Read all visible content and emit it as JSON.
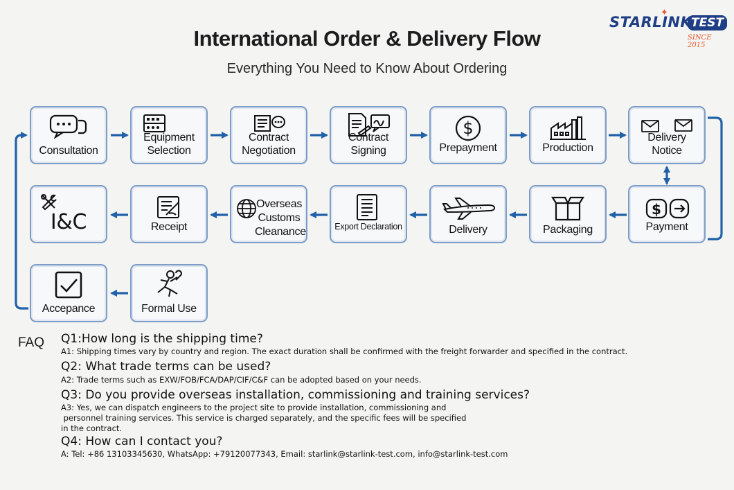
{
  "brand": {
    "name": "STARLINK",
    "badge": "TEST",
    "since": "SINCE 2015"
  },
  "header": {
    "title": "International Order & Delivery Flow",
    "subtitle": "Everything You Need to Know About Ordering"
  },
  "steps": [
    {
      "label": "Consultation",
      "icon": "chat-icon"
    },
    {
      "label": "Equipment Selection",
      "icon": "equipment-icon"
    },
    {
      "label": "Contract Negotiation",
      "icon": "document-chat-icon"
    },
    {
      "label": "Contract Signing",
      "icon": "contract-sign-icon"
    },
    {
      "label": "Prepayment",
      "icon": "dollar-icon"
    },
    {
      "label": "Production",
      "icon": "factory-icon"
    },
    {
      "label": "Delivery Notice",
      "icon": "envelope-icon"
    },
    {
      "label": "Payment",
      "icon": "payment-icon"
    },
    {
      "label": "Packaging",
      "icon": "box-icon"
    },
    {
      "label": "Delivery",
      "icon": "airplane-icon"
    },
    {
      "label": "Export Declaration",
      "icon": "declaration-icon"
    },
    {
      "label": "Overseas Customs Cleanance",
      "icon": "globe-icon"
    },
    {
      "label": "Receipt",
      "icon": "receipt-icon"
    },
    {
      "label": "I&C",
      "icon": "tools-icon"
    },
    {
      "label": "Accepance",
      "icon": "checkbox-icon"
    },
    {
      "label": "Formal Use",
      "icon": "worker-icon"
    }
  ],
  "faq": {
    "heading": "FAQ",
    "items": [
      {
        "q": "Q1:How long is the shipping time?",
        "a": "A1: Shipping times vary by country and region. The exact duration shall be confirmed with the freight forwarder and specified in the contract."
      },
      {
        "q": "Q2: What trade terms can be used?",
        "a": "A2: Trade terms such as EXW/FOB/FCA/DAP/CIF/C&F can be adopted based on your needs."
      },
      {
        "q": "Q3: Do you provide overseas installation, commissioning and training services?",
        "a_lines": [
          "A3: Yes, we can dispatch engineers to the project site to provide installation, commissioning and",
          " personnel training services. This service is charged separately, and the specific fees will be specified",
          "in the contract."
        ]
      },
      {
        "q": "Q4: How can I contact you?",
        "a": "A: Tel: +86 13103345630, WhatsApp: +79120077343, Email: starlink@starlink-test.com, info@starlink-test.com"
      }
    ]
  }
}
